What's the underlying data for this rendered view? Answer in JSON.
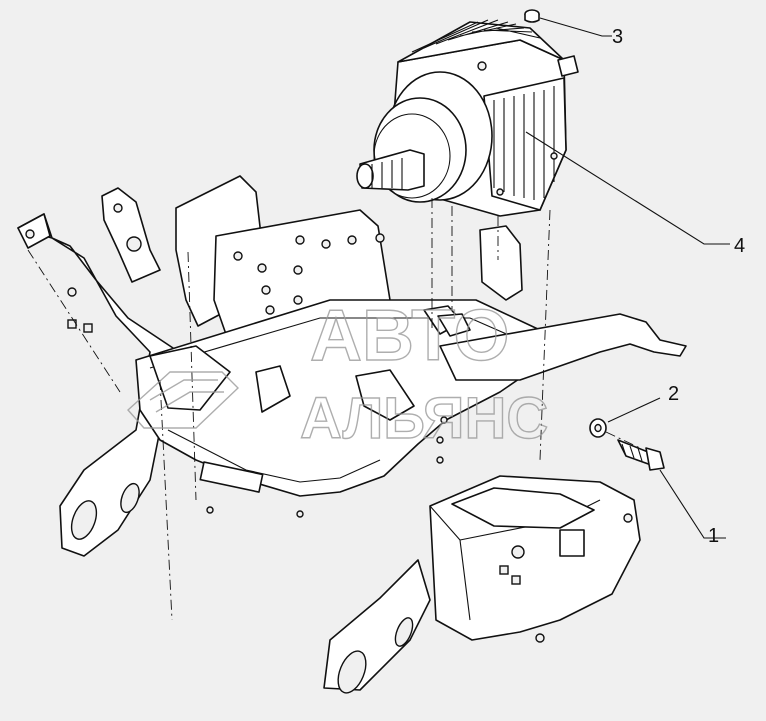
{
  "callouts": [
    {
      "id": "1",
      "label": "1"
    },
    {
      "id": "2",
      "label": "2"
    },
    {
      "id": "3",
      "label": "3"
    },
    {
      "id": "4",
      "label": "4"
    }
  ],
  "watermark": {
    "line1": "АВТО",
    "line2": "АЛЬЯНС"
  }
}
